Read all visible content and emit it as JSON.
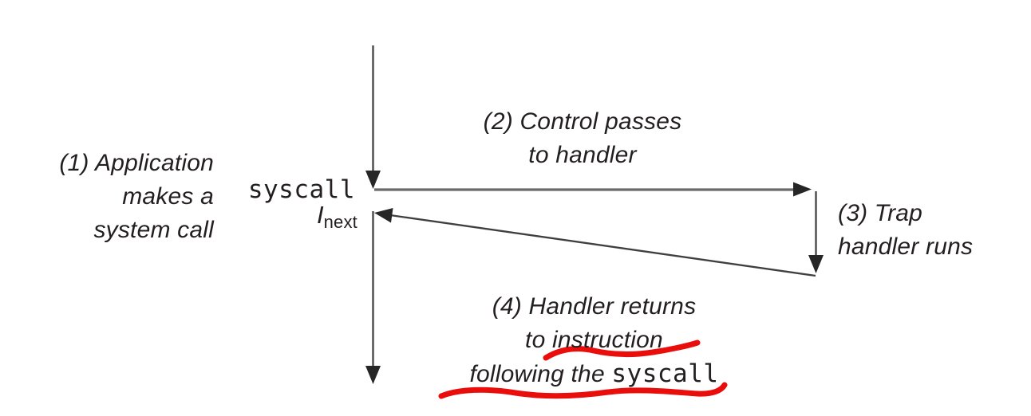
{
  "colors": {
    "ink": "#231f20",
    "line": "#565656",
    "annotation-red": "#e90d0c"
  },
  "diagram": {
    "step1": {
      "line1": "(1) Application",
      "line2": "makes a",
      "line3": "system call"
    },
    "step2": {
      "line1": "(2) Control passes",
      "line2": "to handler"
    },
    "step3": {
      "line1": "(3) Trap",
      "line2": "handler runs"
    },
    "step4": {
      "line1": "(4) Handler returns",
      "line2": "to instruction",
      "line3_text": "following the ",
      "line3_code": "syscall"
    },
    "code_label": "syscall",
    "inext": {
      "base": "I",
      "sub": "next"
    }
  }
}
